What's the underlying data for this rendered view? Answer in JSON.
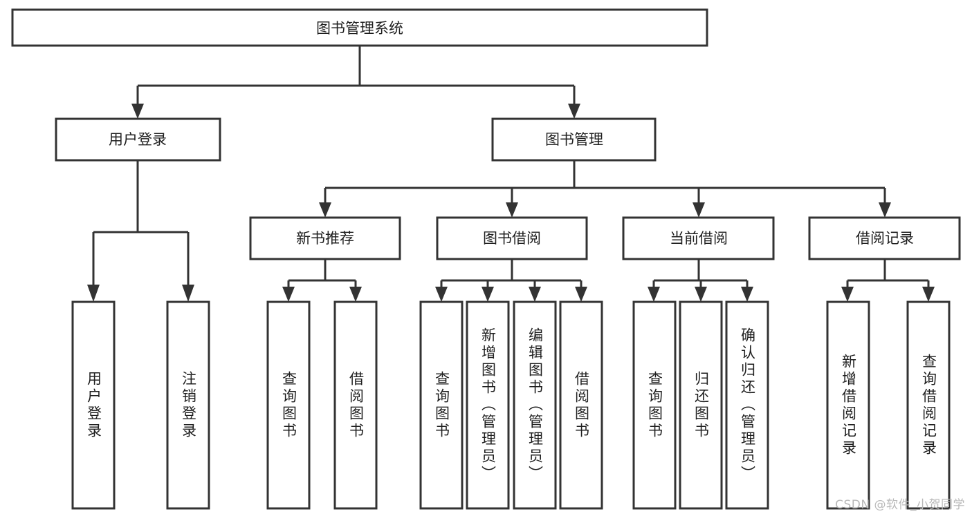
{
  "diagram": {
    "type": "tree",
    "orientation": "top-down",
    "title": "图书管理系统",
    "root": {
      "id": "root",
      "label": "图书管理系统"
    },
    "level2": [
      {
        "id": "user-login",
        "label": "用户登录"
      },
      {
        "id": "book-manage",
        "label": "图书管理"
      }
    ],
    "level3": [
      {
        "id": "new-book-recommend",
        "label": "新书推荐",
        "parent": "book-manage"
      },
      {
        "id": "book-borrow",
        "label": "图书借阅",
        "parent": "book-manage"
      },
      {
        "id": "current-borrow",
        "label": "当前借阅",
        "parent": "book-manage"
      },
      {
        "id": "borrow-record",
        "label": "借阅记录",
        "parent": "book-manage"
      }
    ],
    "leaves": {
      "user_login": [
        {
          "id": "leaf-user-login",
          "label": "用户登录"
        },
        {
          "id": "leaf-user-logout",
          "label": "注销登录"
        }
      ],
      "new_book_recommend": [
        {
          "id": "leaf-query-book-1",
          "label": "查询图书"
        },
        {
          "id": "leaf-borrow-book-1",
          "label": "借阅图书"
        }
      ],
      "book_borrow": [
        {
          "id": "leaf-query-book-2",
          "label": "查询图书"
        },
        {
          "id": "leaf-add-book",
          "label": "新增图书（管理员）"
        },
        {
          "id": "leaf-edit-book",
          "label": "编辑图书（管理员）"
        },
        {
          "id": "leaf-borrow-book-2",
          "label": "借阅图书"
        }
      ],
      "current_borrow": [
        {
          "id": "leaf-query-book-3",
          "label": "查询图书"
        },
        {
          "id": "leaf-return-book",
          "label": "归还图书"
        },
        {
          "id": "leaf-confirm-return",
          "label": "确认归还（管理员）"
        }
      ],
      "borrow_record": [
        {
          "id": "leaf-add-record",
          "label": "新增借阅记录"
        },
        {
          "id": "leaf-query-record",
          "label": "查询借阅记录"
        }
      ]
    }
  },
  "watermark": {
    "text": "CSDN @软件_小贺同学"
  },
  "colors": {
    "stroke": "#333333",
    "fill": "#ffffff",
    "text": "#1f1f1f",
    "watermark": "#b9b9b9",
    "background": "#ffffff"
  }
}
